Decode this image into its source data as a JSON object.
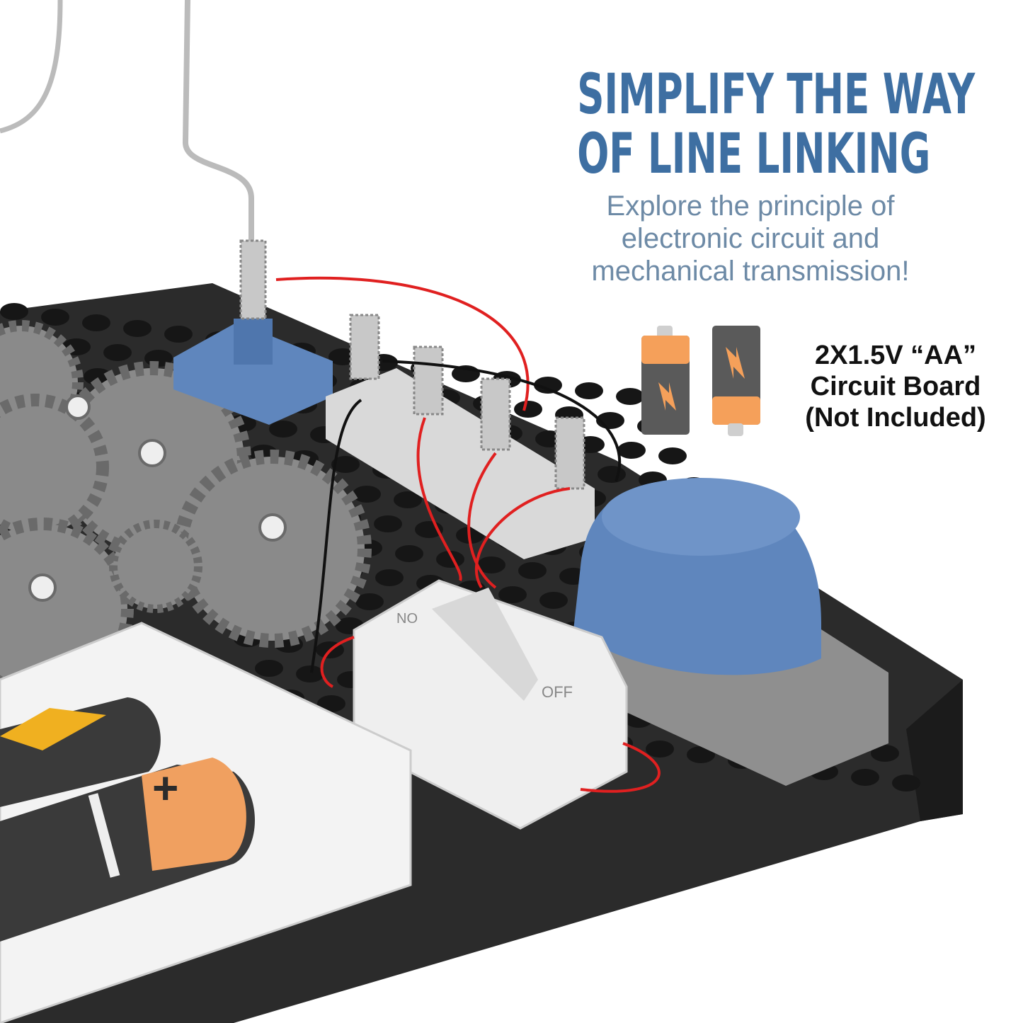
{
  "headline": {
    "line1": "SIMPLIFY THE WAY",
    "line2": "OF LINE LINKING"
  },
  "subtitle": {
    "line1": "Explore the principle of",
    "line2": "electronic circuit and",
    "line3": "mechanical transmission!"
  },
  "battery_spec": {
    "line1": "2X1.5V “AA”",
    "line2": "Circuit Board",
    "line3": "(Not Included)"
  },
  "switch_labels": {
    "on": "NO",
    "off": "OFF"
  },
  "battery_sign": "+",
  "colors": {
    "headline": "#3e6fa2",
    "subtitle": "#6d8aa6",
    "battery_orange": "#f5a05a",
    "battery_gray": "#5a5a5a",
    "wire_red": "#e02020",
    "part_blue": "#5f86bd"
  }
}
